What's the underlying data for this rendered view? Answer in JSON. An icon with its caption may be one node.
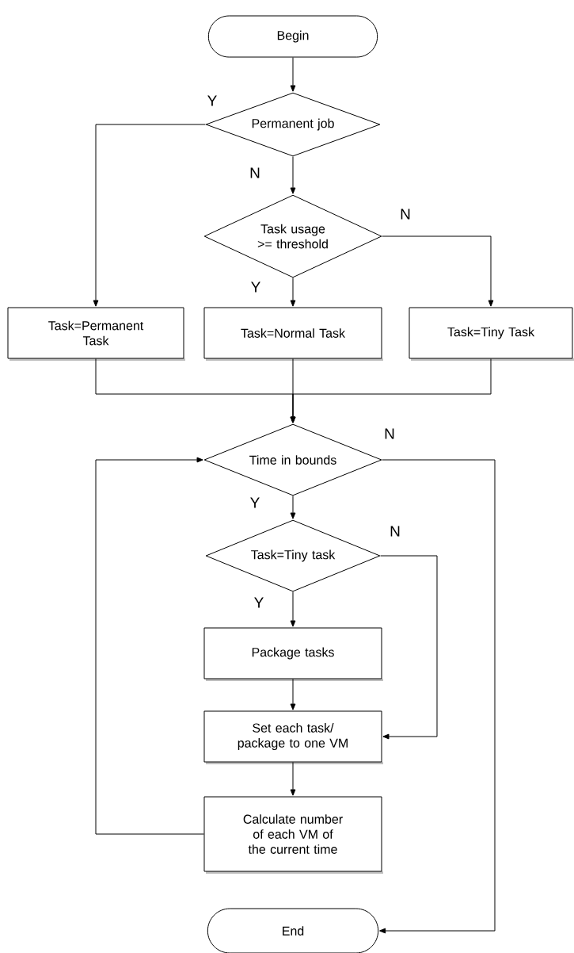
{
  "diagram": {
    "nodes": [
      {
        "text": [
          "Begin"
        ]
      },
      {
        "text": [
          "Permanent job"
        ]
      },
      {
        "text": [
          "Task usage >= threshold"
        ]
      },
      {
        "text": [
          "Task=Permanent Task"
        ]
      },
      {
        "text": [
          "Task=Normal Task"
        ]
      },
      {
        "text": [
          "Task=Tiny Task"
        ]
      },
      {
        "text": [
          "Time in bounds"
        ]
      },
      {
        "text": [
          "Task=Tiny task"
        ]
      },
      {
        "text": [
          "Package tasks"
        ]
      },
      {
        "text": [
          "Set each task/ package to one VM"
        ]
      },
      {
        "text": [
          "Calculate number of each VM of the current time"
        ]
      },
      {
        "text": [
          "End"
        ]
      }
    ],
    "edges": [
      {
        "from": 0,
        "to": 1,
        "arrow": "to"
      },
      {
        "from": 1,
        "to": 3,
        "arrow": "to",
        "label": "Y"
      },
      {
        "from": 1,
        "to": 2,
        "arrow": "to",
        "label": "N"
      },
      {
        "from": 2,
        "to": 4,
        "arrow": "to",
        "label": "Y"
      },
      {
        "from": 2,
        "to": 5,
        "arrow": "to",
        "label": "N"
      },
      {
        "from": 3,
        "to": 6,
        "arrow": "to"
      },
      {
        "from": 4,
        "to": 6,
        "arrow": "to"
      },
      {
        "from": 5,
        "to": 6,
        "arrow": "to"
      },
      {
        "from": 6,
        "to": 7,
        "arrow": "to",
        "label": "Y"
      },
      {
        "from": 6,
        "to": 11,
        "arrow": "to",
        "label": "N"
      },
      {
        "from": 7,
        "to": 8,
        "arrow": "to",
        "label": "Y"
      },
      {
        "from": 7,
        "to": 9,
        "arrow": "to",
        "label": "N"
      },
      {
        "from": 8,
        "to": 9,
        "arrow": "to"
      },
      {
        "from": 9,
        "to": 10,
        "arrow": "to"
      },
      {
        "from": 10,
        "to": 6,
        "arrow": "to"
      }
    ]
  }
}
